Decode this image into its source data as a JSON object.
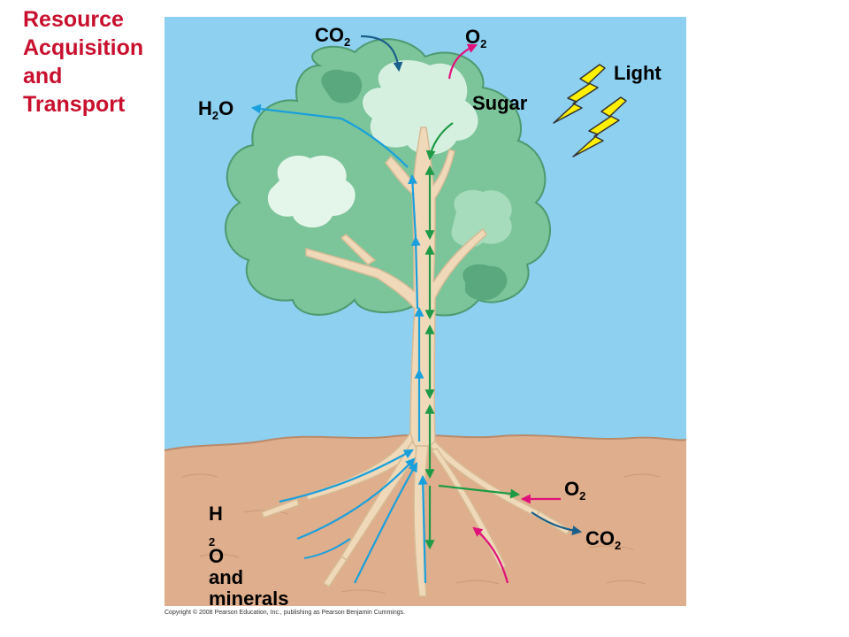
{
  "slide": {
    "title_lines": [
      "Resource",
      "Acquisition",
      "and",
      "Transport"
    ],
    "title_color": "#c8102e"
  },
  "figure": {
    "colors": {
      "sky": "#8dd0f0",
      "soil": "#dfae8c",
      "trunk": "#f0d9b9",
      "foliage": "#7cc49a",
      "water_arrow": "#1aa0dc",
      "sugar_arrow": "#1e9a46",
      "oxygen_arrow": "#e0117a",
      "co2_arrow": "#1a5f8a",
      "light_bolt": "#ffef00"
    },
    "labels": {
      "co2_top": {
        "main": "CO",
        "sub": "2"
      },
      "o2_top": {
        "main": "O",
        "sub": "2"
      },
      "light": "Light",
      "sugar": "Sugar",
      "h2o_leaf": {
        "main1": "H",
        "sub": "2",
        "main2": "O"
      },
      "h2o_minerals": {
        "main1": "H",
        "sub": "2",
        "main2": "O",
        "line2": "and",
        "line3": "minerals"
      },
      "o2_root": {
        "main": "O",
        "sub": "2"
      },
      "co2_root": {
        "main": "CO",
        "sub": "2"
      }
    },
    "copyright": "Copyright © 2008 Pearson Education, Inc., publishing as Pearson Benjamin Cummings."
  }
}
